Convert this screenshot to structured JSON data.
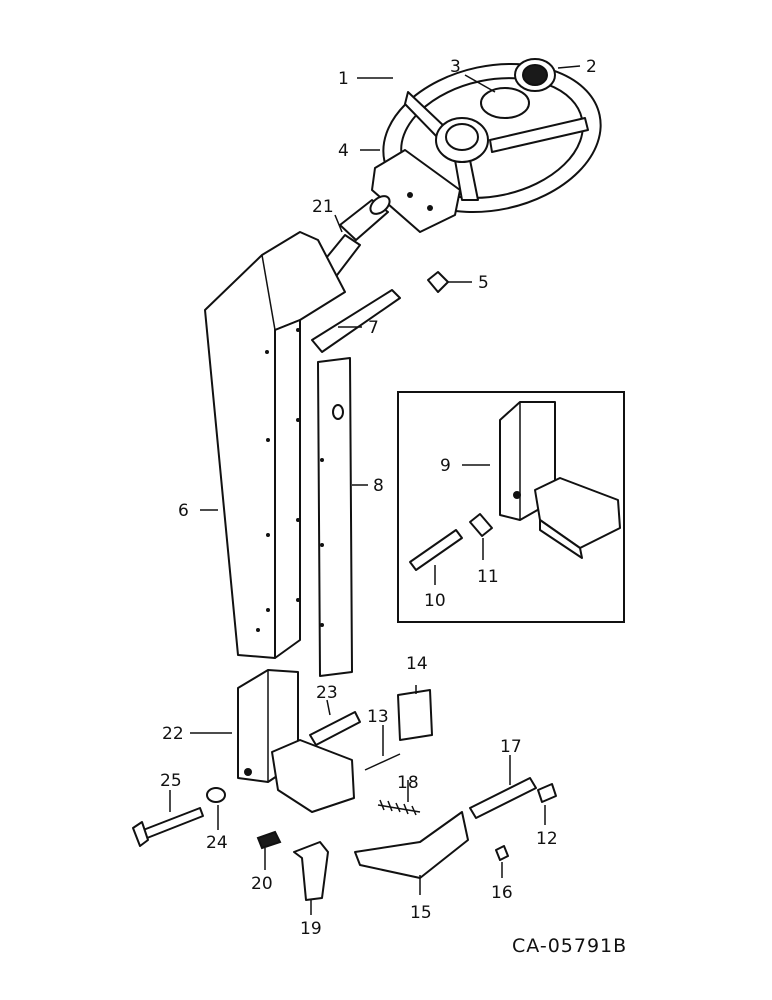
{
  "callouts": {
    "c1": "1",
    "c2": "2",
    "c3": "3",
    "c4": "4",
    "c5": "5",
    "c6": "6",
    "c7": "7",
    "c8": "8",
    "c9": "9",
    "c10": "10",
    "c11": "11",
    "c12": "12",
    "c13": "13",
    "c14": "14",
    "c15": "15",
    "c16": "16",
    "c17": "17",
    "c18": "18",
    "c19": "19",
    "c20": "20",
    "c21": "21",
    "c22": "22",
    "c23": "23",
    "c24": "24",
    "c25": "25"
  },
  "drawing_code": "CA-05791B"
}
